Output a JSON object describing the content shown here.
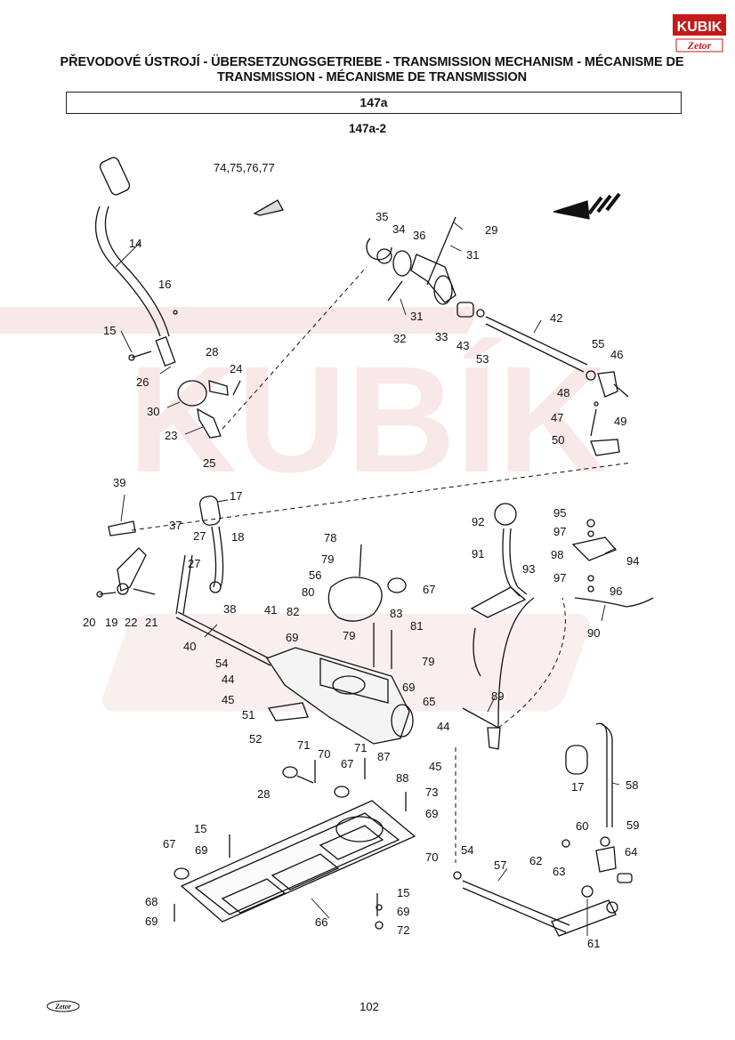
{
  "header": {
    "logo_text": "KUBIK",
    "logo_sub": "Zetor",
    "title_line1": "PŘEVODOVÉ ÚSTROJÍ - ÜBERSETZUNGSGETRIEBE - TRANSMISSION MECHANISM - MÉCANISME DE",
    "title_line2": "TRANSMISSION - MÉCANISME DE TRANSMISSION",
    "section": "147a",
    "subsection": "147a-2"
  },
  "watermark": {
    "text": "KUBÍK"
  },
  "callouts": [
    "74,75,76,77",
    "35",
    "34",
    "36",
    "29",
    "31",
    "31",
    "32",
    "33",
    "43",
    "53",
    "42",
    "55",
    "46",
    "48",
    "49",
    "47",
    "50",
    "14",
    "16",
    "15",
    "26",
    "28",
    "24",
    "30",
    "23",
    "25",
    "39",
    "17",
    "37",
    "27",
    "18",
    "27",
    "20",
    "19",
    "22",
    "21",
    "38",
    "40",
    "78",
    "79",
    "56",
    "67",
    "80",
    "82",
    "79",
    "41",
    "83",
    "81",
    "79",
    "69",
    "54",
    "44",
    "69",
    "45",
    "51",
    "52",
    "65",
    "44",
    "45",
    "92",
    "95",
    "97",
    "91",
    "93",
    "98",
    "94",
    "97",
    "96",
    "90",
    "89",
    "71",
    "70",
    "71",
    "87",
    "67",
    "88",
    "73",
    "69",
    "28",
    "17",
    "58",
    "15",
    "69",
    "70",
    "67",
    "68",
    "69",
    "66",
    "15",
    "69",
    "72",
    "54",
    "57",
    "62",
    "63",
    "60",
    "59",
    "64",
    "61"
  ],
  "footer": {
    "page": "102",
    "logo_text": "Zetor"
  }
}
